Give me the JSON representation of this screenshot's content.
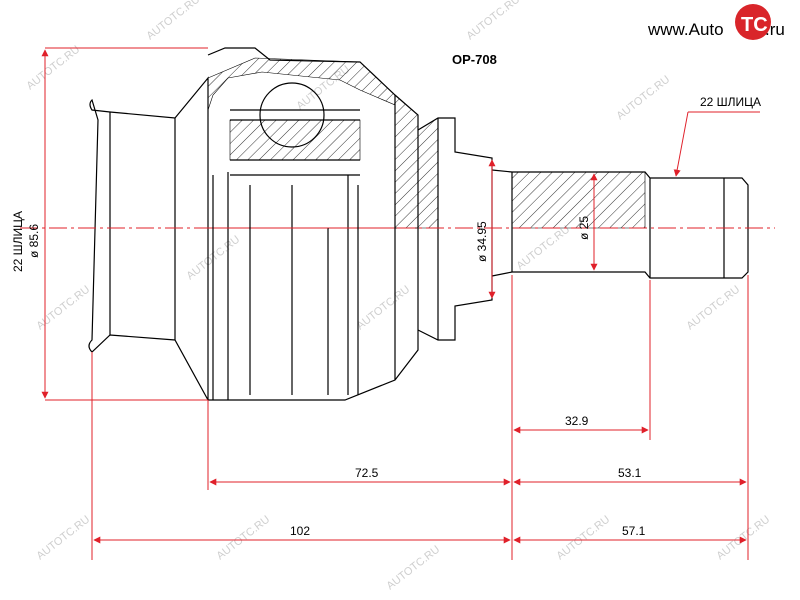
{
  "part_number": "OP-708",
  "brand": {
    "prefix": "www.Auto",
    "logo_letters": "TC",
    "suffix": ".ru",
    "logo_color": "#d9252a"
  },
  "watermark": "AUTOTC.RU",
  "dimensions": {
    "outer_splines": "22 ШЛИЦА",
    "outer_diameter": "ø 85.6",
    "inner_diameter": "ø 34.95",
    "shaft_diameter": "ø 25",
    "shaft_splines": "22 ШЛИЦА",
    "spline_length": "32.9",
    "body_length": "72.5",
    "shaft_length": "53.1",
    "total_body": "102",
    "total_shaft": "57.1"
  },
  "colors": {
    "dimension_line": "#e0202a",
    "outline": "#000000",
    "watermark": "#cfcfcf"
  }
}
